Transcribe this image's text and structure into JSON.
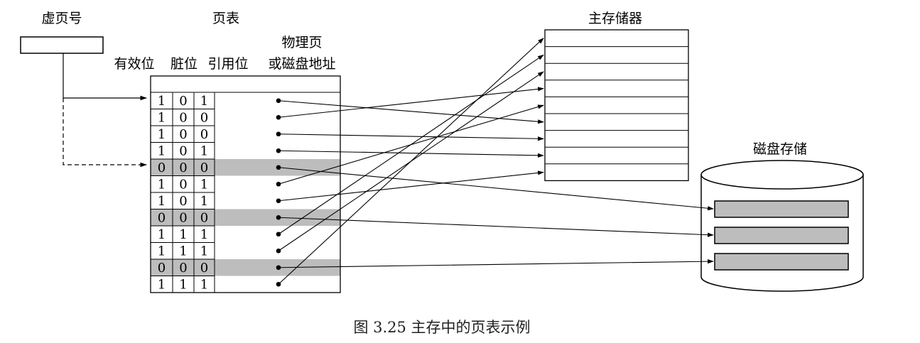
{
  "labels": {
    "vpn": "虚页号",
    "page_table": "页表",
    "col_valid": "有效位",
    "col_dirty": "脏位",
    "col_ref": "引用位",
    "col_phys_1": "物理页",
    "col_phys_2": "或磁盘地址",
    "main_memory": "主存储器",
    "disk": "磁盘存储",
    "caption": "图 3.25    主存中的页表示例"
  },
  "page_table": {
    "rows": [
      {
        "valid": "1",
        "dirty": "0",
        "ref": "1",
        "shaded": false,
        "target": "mem-5"
      },
      {
        "valid": "1",
        "dirty": "0",
        "ref": "0",
        "shaded": false,
        "target": "mem-3"
      },
      {
        "valid": "1",
        "dirty": "0",
        "ref": "0",
        "shaded": false,
        "target": "mem-6"
      },
      {
        "valid": "1",
        "dirty": "0",
        "ref": "1",
        "shaded": false,
        "target": "mem-7"
      },
      {
        "valid": "0",
        "dirty": "0",
        "ref": "0",
        "shaded": true,
        "target": "disk-0"
      },
      {
        "valid": "1",
        "dirty": "0",
        "ref": "1",
        "shaded": false,
        "target": "mem-4"
      },
      {
        "valid": "1",
        "dirty": "0",
        "ref": "1",
        "shaded": false,
        "target": "mem-8"
      },
      {
        "valid": "0",
        "dirty": "0",
        "ref": "0",
        "shaded": true,
        "target": "disk-1"
      },
      {
        "valid": "1",
        "dirty": "1",
        "ref": "1",
        "shaded": false,
        "target": "mem-1"
      },
      {
        "valid": "1",
        "dirty": "1",
        "ref": "1",
        "shaded": false,
        "target": "mem-2"
      },
      {
        "valid": "0",
        "dirty": "0",
        "ref": "0",
        "shaded": true,
        "target": "disk-2"
      },
      {
        "valid": "1",
        "dirty": "1",
        "ref": "1",
        "shaded": false,
        "target": "mem-0"
      }
    ]
  },
  "main_memory": {
    "slot_count": 9
  },
  "disk": {
    "block_count": 3
  },
  "colors": {
    "shade": "#bdbdbd",
    "line": "#000000",
    "background": "#ffffff"
  }
}
